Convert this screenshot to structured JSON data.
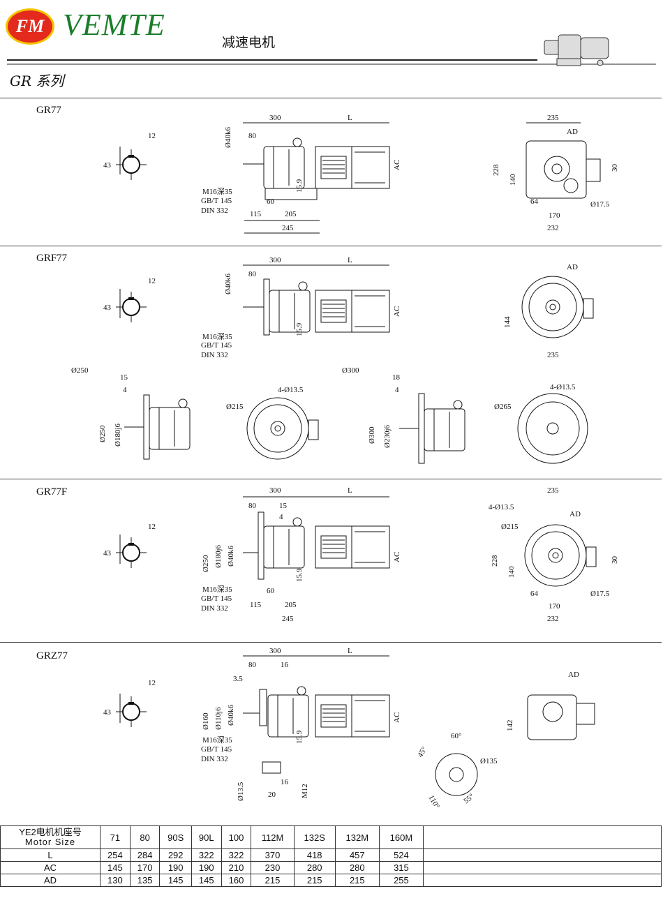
{
  "header": {
    "logo_text": "FM",
    "brand": "VEMTE",
    "subtitle": "减速电机",
    "series": "GR 系列"
  },
  "sections": [
    {
      "label": "GR77"
    },
    {
      "label": "GRF77"
    },
    {
      "label": "GR77F"
    },
    {
      "label": "GRZ77"
    }
  ],
  "table": {
    "header_label_cn": "YE2电机机座号",
    "header_label_en": "Motor Size",
    "sizes": [
      "71",
      "80",
      "90S",
      "90L",
      "100",
      "112M",
      "132S",
      "132M",
      "160M"
    ],
    "rows": [
      {
        "label": "L",
        "values": [
          "254",
          "284",
          "292",
          "322",
          "322",
          "370",
          "418",
          "457",
          "524"
        ]
      },
      {
        "label": "AC",
        "values": [
          "145",
          "170",
          "190",
          "190",
          "210",
          "230",
          "280",
          "280",
          "315"
        ]
      },
      {
        "label": "AD",
        "values": [
          "130",
          "135",
          "145",
          "145",
          "160",
          "215",
          "215",
          "215",
          "255"
        ]
      }
    ]
  },
  "dims": {
    "d300": "300",
    "dL": "L",
    "d80": "80",
    "d12": "12",
    "d43": "43",
    "d40": "Ø40k6",
    "dAC": "AC",
    "d159": "15.9",
    "dM16a": "M16深35",
    "dM16b": "GB/T 145",
    "dM16c": "DIN 332",
    "d60": "60",
    "d115": "115",
    "d205": "205",
    "d245": "245",
    "d235": "235",
    "dAD": "AD",
    "d228": "228",
    "d140": "140",
    "d30": "30",
    "d64": "64",
    "d170": "170",
    "d232": "232",
    "d175": "Ø17.5",
    "d144": "144",
    "f250": "Ø250",
    "f300": "Ø300",
    "f15": "15",
    "f4": "4",
    "f18": "18",
    "f180": "Ø180j6",
    "f230": "Ø230j6",
    "f4135": "4-Ø13.5",
    "f215": "Ø215",
    "f265": "Ø265",
    "g15": "15",
    "g4": "4",
    "z35": "3.5",
    "z16": "16",
    "z160": "Ø160",
    "z110": "Ø110j6",
    "z142": "142",
    "z60": "60°",
    "z45": "45°",
    "z135": "Ø135",
    "z110d": "110°",
    "z55": "55°",
    "z135b": "Ø13.5",
    "z20": "20",
    "zM12": "M12",
    "z16b": "16"
  }
}
